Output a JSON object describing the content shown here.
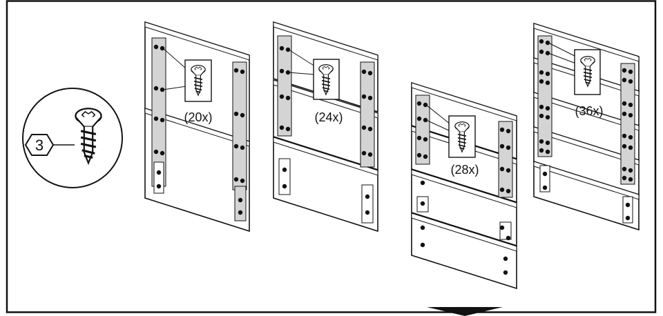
{
  "screw_badge": {
    "number": "3"
  },
  "panels": [
    {
      "count_label": "(20x)"
    },
    {
      "count_label": "(24x)"
    },
    {
      "count_label": "(28x)"
    },
    {
      "count_label": "(36x)"
    }
  ]
}
